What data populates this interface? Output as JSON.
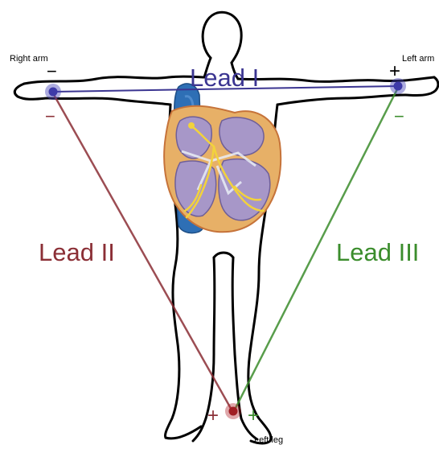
{
  "diagram": {
    "electrodes": {
      "right_arm": {
        "label": "Right arm",
        "sign_top": "−",
        "sign_bottom": "−"
      },
      "left_arm": {
        "label": "Left arm",
        "sign_top": "+",
        "sign_bottom": "−"
      },
      "left_leg": {
        "label": "Left leg",
        "sign_left": "+",
        "sign_right": "+"
      }
    },
    "leads": [
      {
        "id": "lead-1",
        "label": "Lead I",
        "color": "#3b3591"
      },
      {
        "id": "lead-2",
        "label": "Lead II",
        "color": "#8b2f36"
      },
      {
        "id": "lead-3",
        "label": "Lead III",
        "color": "#3b8d2c"
      }
    ],
    "colors": {
      "body_outline": "#000000",
      "electrode": "#4a46b8",
      "electrode_leg": "#b0242a",
      "vena_cava": "#2e6fb5",
      "heart_muscle": "#e7b067",
      "heart_chamber": "#a797c8",
      "conduction": "#f2d23c"
    }
  }
}
